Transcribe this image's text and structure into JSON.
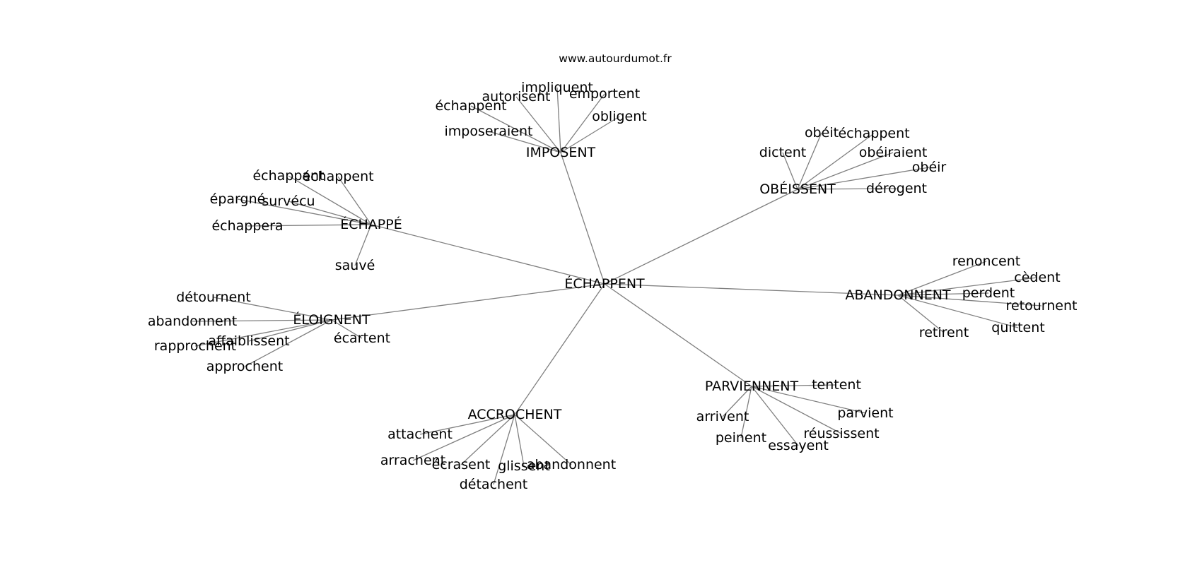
{
  "source": "www.autourdumot.fr",
  "graph": {
    "center": "ÉCHAPPENT",
    "groups": [
      {
        "hub": "IMPOSENT",
        "leaves": [
          "impliquent",
          "autorisent",
          "emportent",
          "échappent",
          "obligent",
          "imposeraient"
        ]
      },
      {
        "hub": "OBÉISSENT",
        "leaves": [
          "obéit",
          "échappent",
          "dictent",
          "obéiraient",
          "obéir",
          "dérogent"
        ]
      },
      {
        "hub": "ÉCHAPPÉ",
        "leaves": [
          "échappant",
          "échappent",
          "épargné",
          "survécu",
          "échappera",
          "sauvé"
        ]
      },
      {
        "hub": "ABANDONNENT",
        "leaves": [
          "renoncent",
          "cèdent",
          "perdent",
          "retournent",
          "quittent",
          "retirent"
        ]
      },
      {
        "hub": "ÉLOIGNENT",
        "leaves": [
          "détournent",
          "abandonnent",
          "affaiblissent",
          "rapprochent",
          "écartent",
          "approchent"
        ]
      },
      {
        "hub": "PARVIENNENT",
        "leaves": [
          "tentent",
          "arrivent",
          "parvient",
          "peinent",
          "réussissent",
          "essayent"
        ]
      },
      {
        "hub": "ACCROCHENT",
        "leaves": [
          "attachent",
          "arrachent",
          "écrasent",
          "glissent",
          "abandonnent",
          "détachent"
        ]
      }
    ]
  }
}
